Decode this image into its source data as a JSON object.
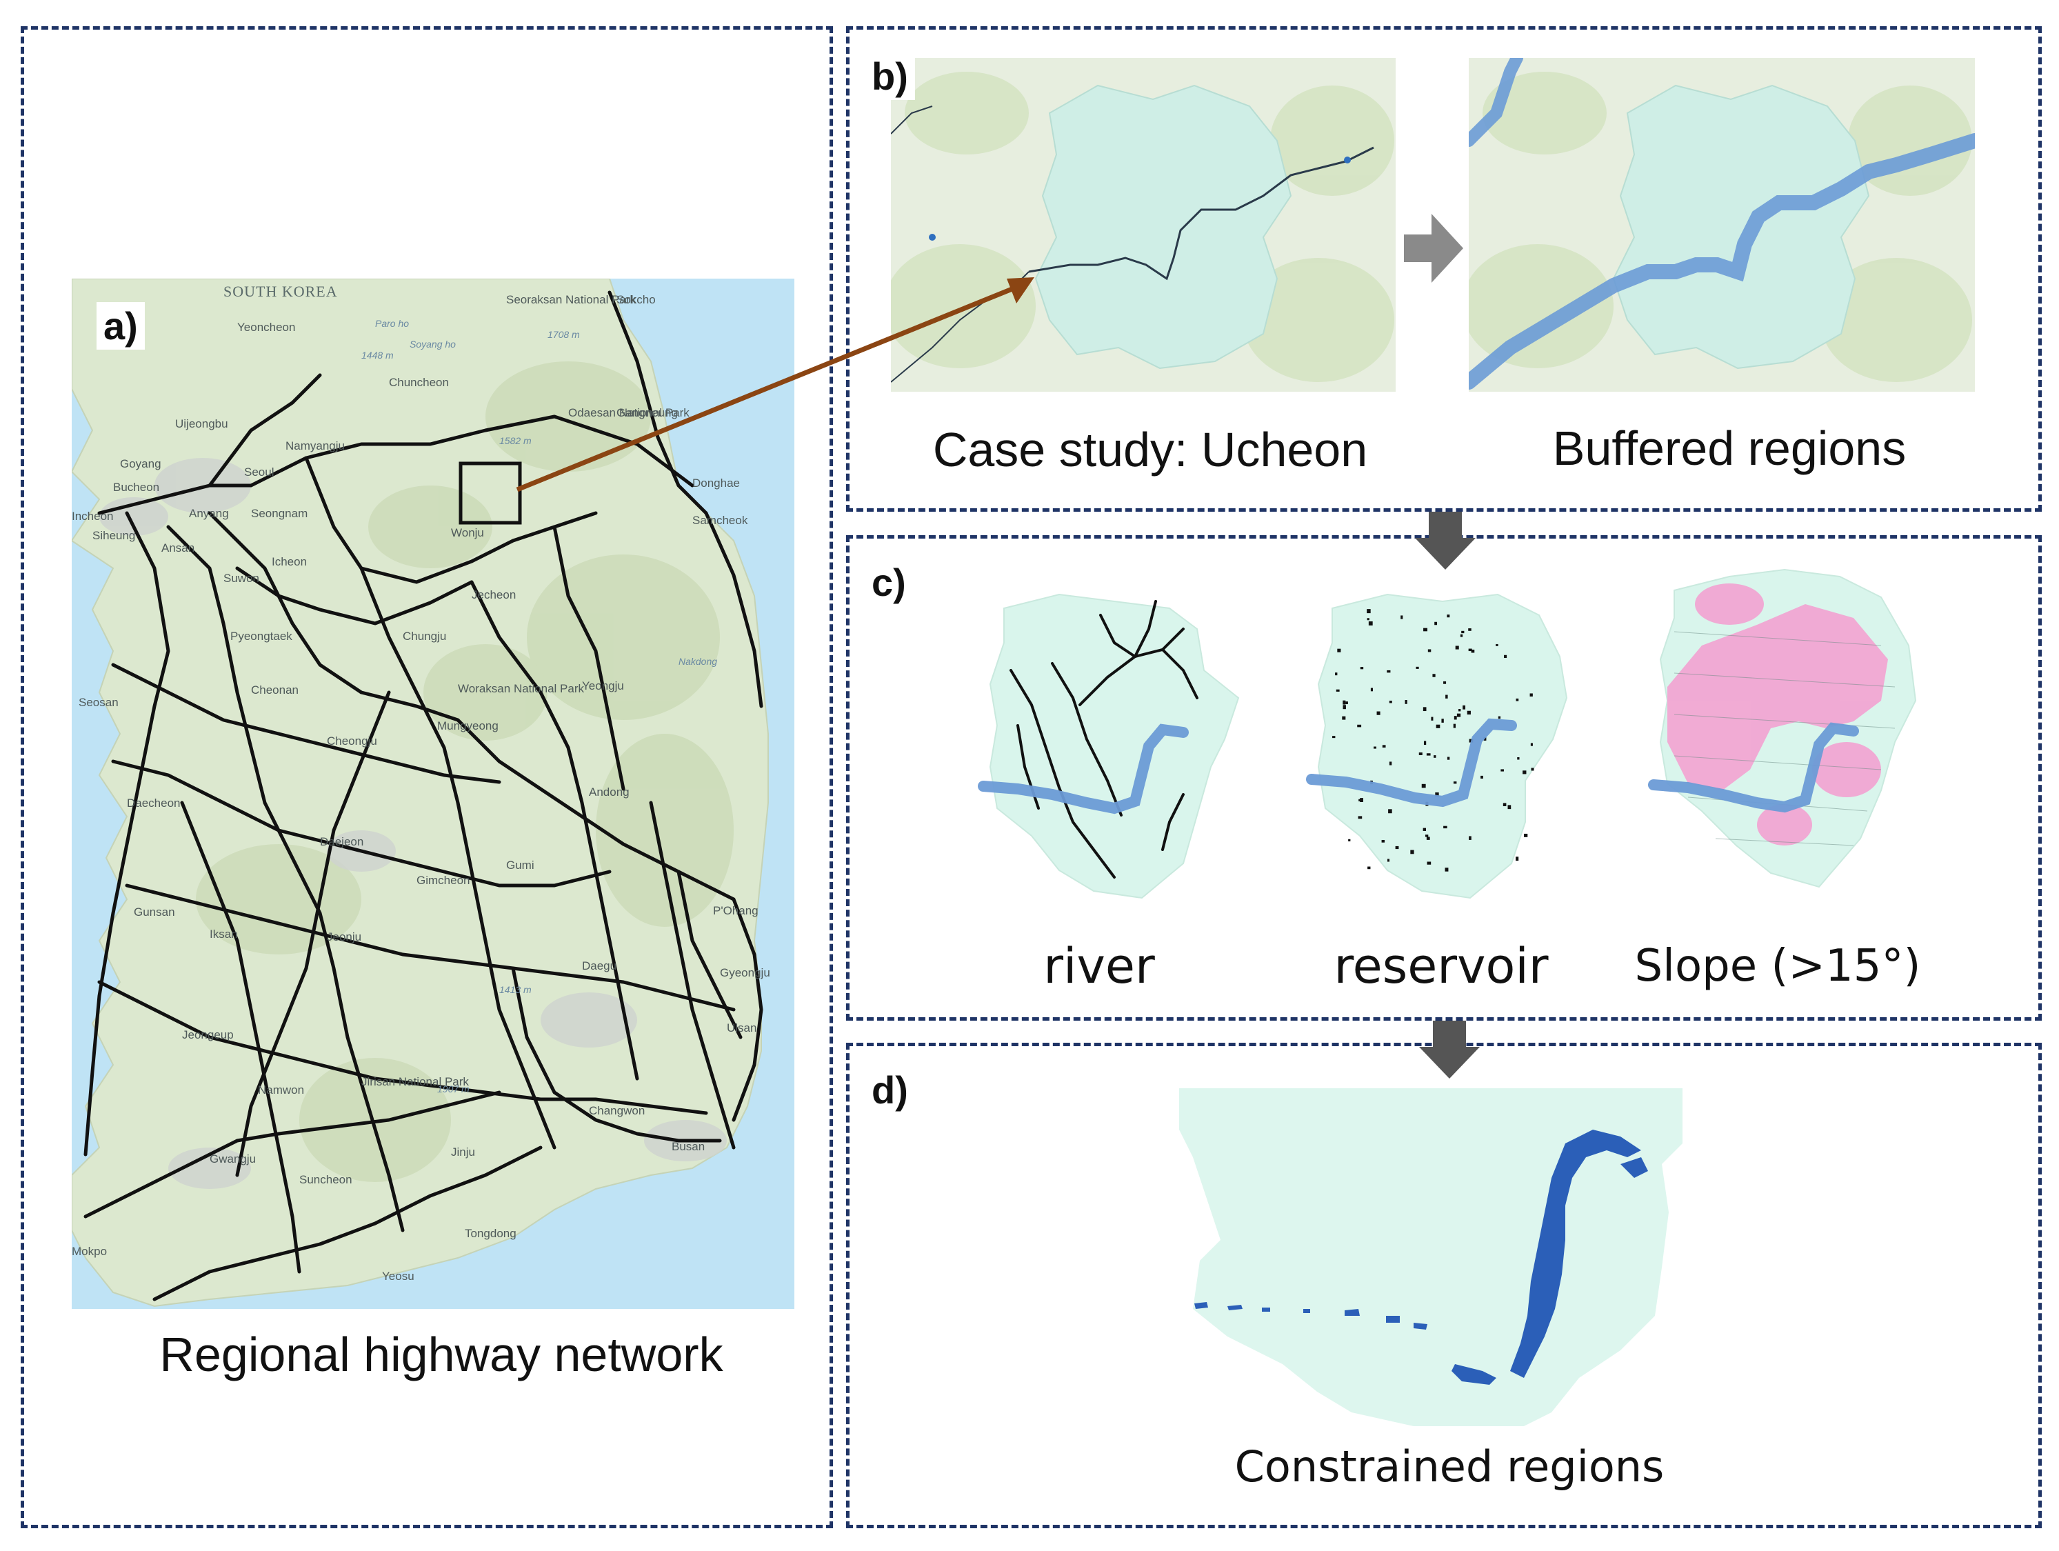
{
  "panels": {
    "a": {
      "letter": "a)",
      "caption": "Regional highway network"
    },
    "b": {
      "letter": "b)",
      "caption_left": "Case study: Ucheon",
      "caption_right": "Buffered regions"
    },
    "c": {
      "letter": "c)",
      "labels": [
        "river",
        "reservoir",
        "Slope (>15°)"
      ]
    },
    "d": {
      "letter": "d)",
      "caption": "Constrained regions"
    }
  },
  "map_labels": {
    "country": "SOUTH KOREA",
    "cities": [
      {
        "name": "Yeoncheon"
      },
      {
        "name": "Sokcho"
      },
      {
        "name": "Seoraksan National Park"
      },
      {
        "name": "Chuncheon"
      },
      {
        "name": "Odaesan National Park"
      },
      {
        "name": "Gangneung"
      },
      {
        "name": "Uijeongbu"
      },
      {
        "name": "Namyangju"
      },
      {
        "name": "Goyang"
      },
      {
        "name": "Seoul"
      },
      {
        "name": "Bucheon"
      },
      {
        "name": "Incheon"
      },
      {
        "name": "Anyang"
      },
      {
        "name": "Seongnam"
      },
      {
        "name": "Siheung"
      },
      {
        "name": "Ansan"
      },
      {
        "name": "Icheon"
      },
      {
        "name": "Wonju"
      },
      {
        "name": "Donghae"
      },
      {
        "name": "Samcheok"
      },
      {
        "name": "Suwon"
      },
      {
        "name": "Jecheon"
      },
      {
        "name": "Pyeongtaek"
      },
      {
        "name": "Chungju"
      },
      {
        "name": "Cheonan"
      },
      {
        "name": "Woraksan National Park"
      },
      {
        "name": "Yeongju"
      },
      {
        "name": "Seosan"
      },
      {
        "name": "Mungyeong"
      },
      {
        "name": "Cheongju"
      },
      {
        "name": "Andong"
      },
      {
        "name": "Daecheon"
      },
      {
        "name": "Daejeon"
      },
      {
        "name": "Gumi"
      },
      {
        "name": "Gimcheon"
      },
      {
        "name": "P'Ohang"
      },
      {
        "name": "Gunsan"
      },
      {
        "name": "Iksan"
      },
      {
        "name": "Jeonju"
      },
      {
        "name": "Daegu"
      },
      {
        "name": "Gyeongju"
      },
      {
        "name": "Ulsan"
      },
      {
        "name": "Jeongeup"
      },
      {
        "name": "Jirisan National Park"
      },
      {
        "name": "Namwon"
      },
      {
        "name": "Changwon"
      },
      {
        "name": "Busan"
      },
      {
        "name": "Gwangju"
      },
      {
        "name": "Jinju"
      },
      {
        "name": "Suncheon"
      },
      {
        "name": "Tongdong"
      },
      {
        "name": "Mokpo"
      },
      {
        "name": "Yeosu"
      }
    ],
    "elevations": [
      "1448 m",
      "1582 m",
      "1413 m",
      "1907 m",
      "1708 m"
    ],
    "water": [
      "Paro ho",
      "Soyang ho",
      "Nakdong"
    ]
  },
  "colors": {
    "frame": "#1f3466",
    "arrow": "#8b4513",
    "watershed": "#d9f5ec",
    "buffer": "#6b9bd6",
    "constrained": "#2b5fb8",
    "slope": "#f2a6d3",
    "sea": "#bfe3f5",
    "land": "#dce8cf",
    "road": "#111111",
    "flow_arrow": "#555555"
  },
  "icons": [
    "flow-arrow-icon",
    "map-locator-box-icon"
  ]
}
